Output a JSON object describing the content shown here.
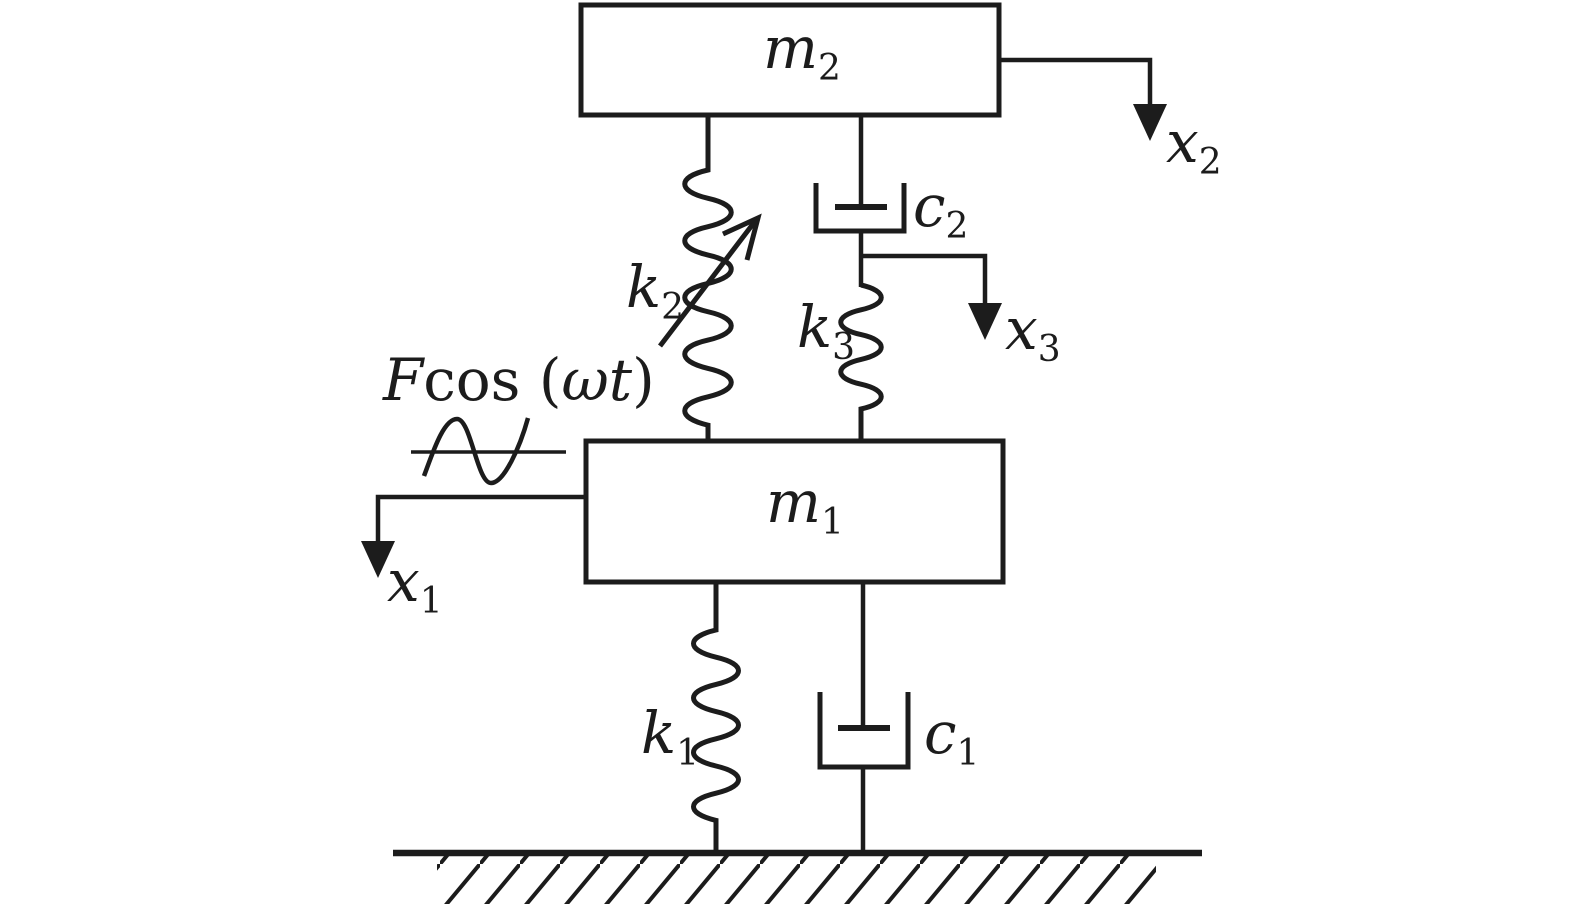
{
  "figure": {
    "background_color": "#ffffff",
    "ink_color": "#1c1c1c",
    "masses": {
      "m2": {
        "base": "m",
        "sub": "2"
      },
      "m1": {
        "base": "m",
        "sub": "1"
      }
    },
    "springs": {
      "k2": {
        "base": "k",
        "sub": "2"
      },
      "k3": {
        "base": "k",
        "sub": "3"
      },
      "k1": {
        "base": "k",
        "sub": "1"
      }
    },
    "dampers": {
      "c2": {
        "base": "c",
        "sub": "2"
      },
      "c1": {
        "base": "c",
        "sub": "1"
      }
    },
    "displacements": {
      "x2": {
        "base": "x",
        "sub": "2"
      },
      "x3": {
        "base": "x",
        "sub": "3"
      },
      "x1": {
        "base": "x",
        "sub": "1"
      }
    },
    "force": {
      "f": "F",
      "cos_open": "cos (",
      "omega_t": "ωt",
      "close": ")"
    }
  }
}
